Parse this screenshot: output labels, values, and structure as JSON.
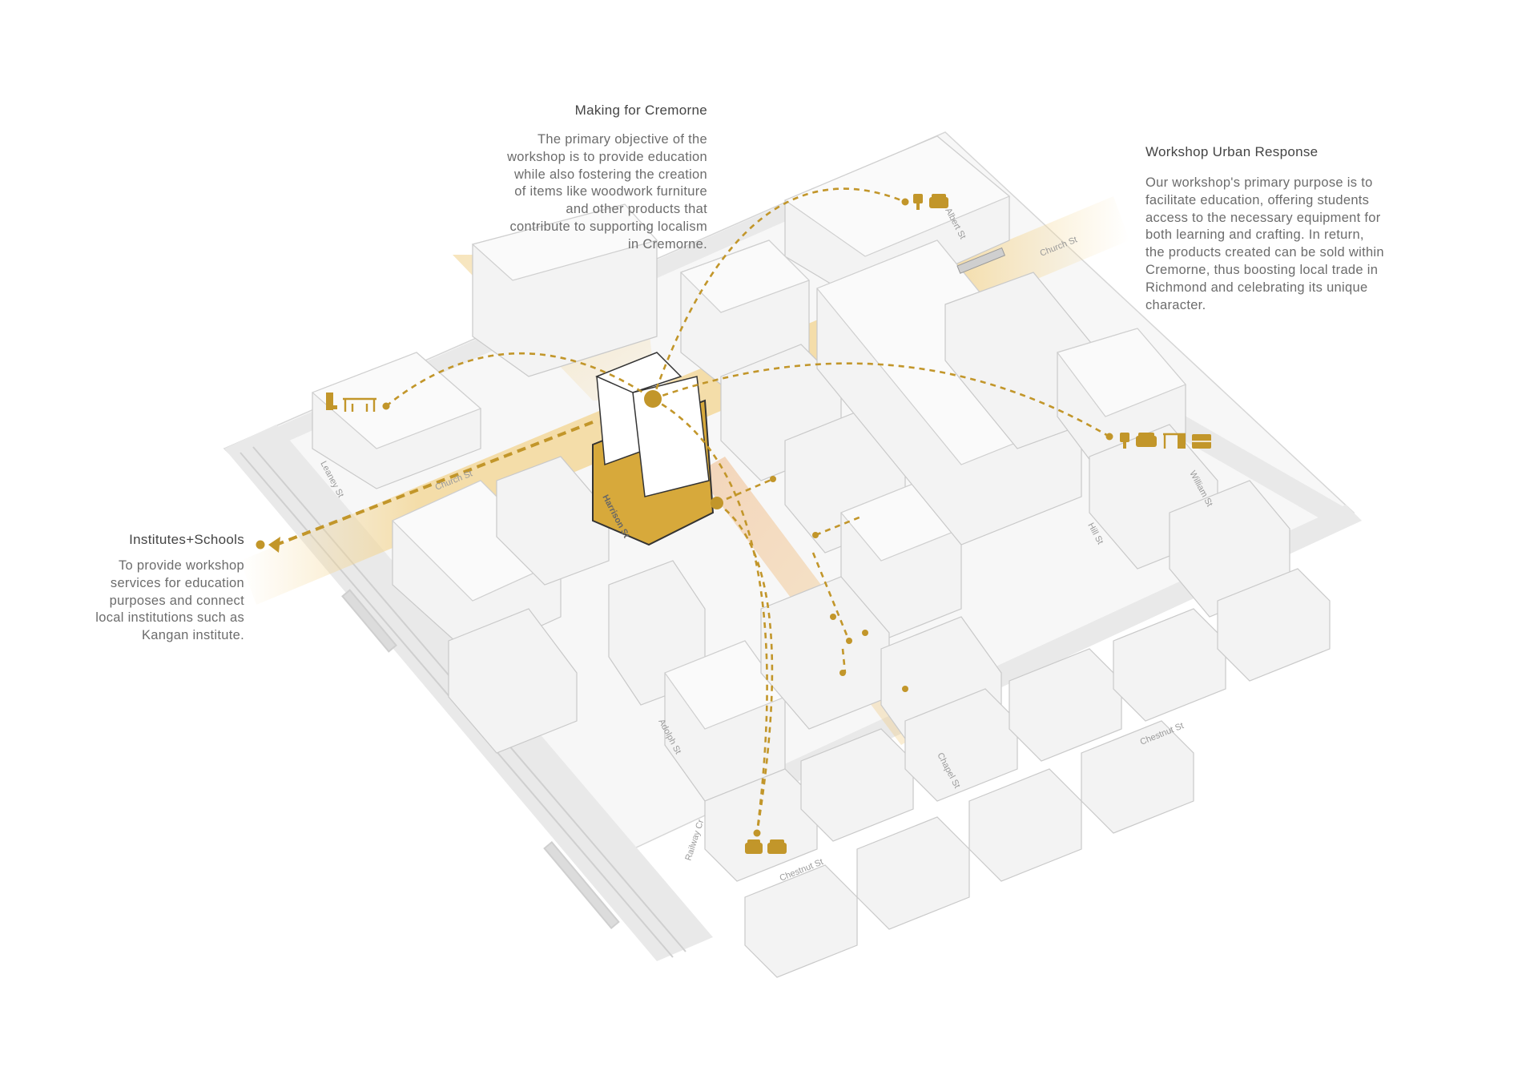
{
  "annotations": {
    "making": {
      "title": "Making for Cremorne",
      "lines": [
        "The primary objective of the",
        "workshop is to provide education",
        "while also fostering the creation",
        "of items like woodwork furniture",
        "and other products that",
        "contribute to supporting localism",
        "in Cremorne."
      ]
    },
    "response": {
      "title": "Workshop Urban Response",
      "lines": [
        "Our workshop's primary purpose is to",
        "facilitate education, offering students",
        "access to the necessary equipment for",
        "both learning and crafting. In return,",
        "the products created can be sold within",
        "Cremorne, thus boosting local trade in",
        "Richmond and celebrating its unique",
        "character."
      ]
    },
    "institutes": {
      "title": "Institutes+Schools",
      "lines": [
        "To provide workshop",
        "services for education",
        "purposes and connect",
        "local institutions such as",
        "Kangan institute."
      ]
    }
  },
  "streets": {
    "church_st_west": "Church St",
    "church_st_east": "Church St",
    "albert_st": "Albert St",
    "leaney_st": "Leaney St",
    "harrison_st": "Harrison St",
    "adolph_st": "Adolph St",
    "railway_cr": "Railway Cr",
    "chestnut_st_south": "Chestnut St",
    "chestnut_st_east": "Chestnut St",
    "chapel_st": "Chapel St",
    "william_st": "William St",
    "hill_st": "Hill St"
  },
  "colors": {
    "accent": "#c2962a",
    "highlight": "#f0cf86",
    "building": "#f3f3f3",
    "road": "#e9e9e9"
  },
  "icons": [
    "chair-icon",
    "table-icon",
    "armchair-icon",
    "sofa-icon",
    "desk-icon",
    "cabinet-icon",
    "tram-icon"
  ]
}
